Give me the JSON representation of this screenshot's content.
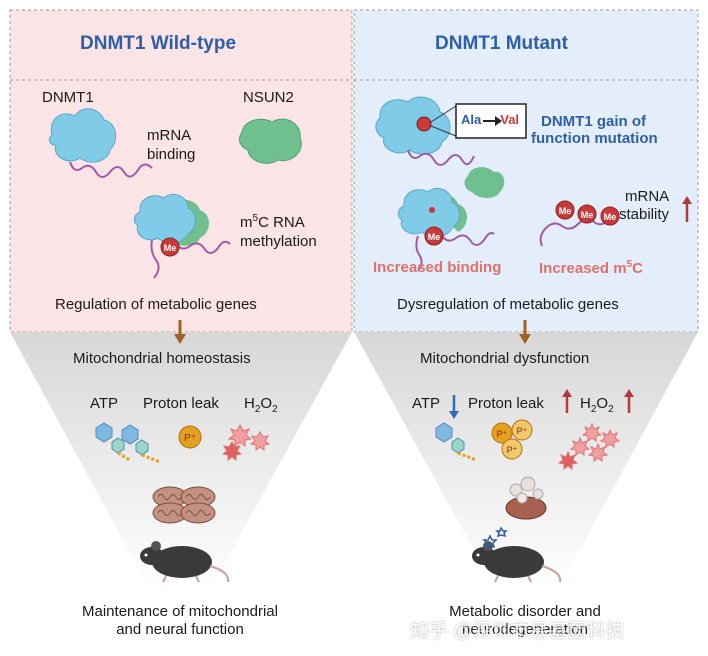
{
  "left_panel": {
    "title": "DNMT1 Wild-type",
    "dnmt1_label": "DNMT1",
    "nsun2_label": "NSUN2",
    "binding_label_1": "mRNA",
    "binding_label_2": "binding",
    "methylation_label_1": "m",
    "methylation_sup": "5",
    "methylation_label_2": "C RNA",
    "methylation_label_3": "methylation",
    "me_tag": "Me",
    "regulation": "Regulation of metabolic genes",
    "mito_state": "Mitochondrial homeostasis",
    "atp": "ATP",
    "proton_leak": "Proton leak",
    "h2o2_h": "H",
    "h2o2_sub1": "2",
    "h2o2_o": "O",
    "h2o2_sub2": "2",
    "p_tag": "P⁺",
    "outcome_1": "Maintenance of mitochondrial",
    "outcome_2": "and neural function"
  },
  "right_panel": {
    "title": "DNMT1 Mutant",
    "mutation_from": "Ala",
    "mutation_to": "Val",
    "gain_1": "DNMT1 gain of",
    "gain_2": "function mutation",
    "stability_1": "mRNA",
    "stability_2": "stability",
    "increased_binding": "Increased binding",
    "increased_m5c_1": "Increased  m",
    "increased_m5c_sup": "5",
    "increased_m5c_2": "C",
    "me_tag": "Me",
    "regulation": "Dysregulation of metabolic genes",
    "mito_state": "Mitochondrial dysfunction",
    "atp": "ATP",
    "proton_leak": "Proton leak",
    "h2o2_h": "H",
    "h2o2_sub1": "2",
    "h2o2_o": "O",
    "h2o2_sub2": "2",
    "p_tag": "P⁺",
    "outcome_1": "Metabolic disorder and",
    "outcome_2": "neurodegeneration"
  },
  "watermark": "知乎 @深圳市易基因科技",
  "colors": {
    "left_bg": "#fbe4e6",
    "right_bg": "#e3eefa",
    "header_text": "#2f5ea8",
    "dnmt1_protein": "#7fcbe8",
    "nsun2_protein": "#6fbf8f",
    "rna_strand": "#a05aa8",
    "me_ball": "#c8393a",
    "down_arrow": "#2f6db5",
    "up_arrow": "#b23a3a",
    "stem_arrow": "#a0622a",
    "proton": "#e4a020"
  }
}
